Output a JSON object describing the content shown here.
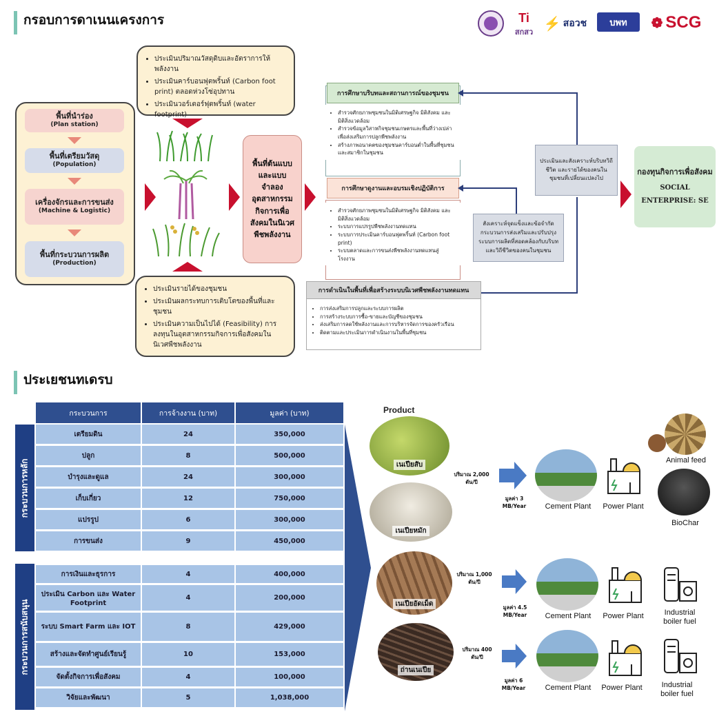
{
  "section1": {
    "title": "กรอบการดาเนนเครงการ"
  },
  "logos": {
    "logo2_text": "สกสว",
    "logo3_text": "สอวช",
    "logo4_text": "บพท",
    "logo5_text": "SCG"
  },
  "left_flow": {
    "items": [
      {
        "th": "พื้นที่นำร่อง",
        "en": "(Plan station)"
      },
      {
        "th": "พื้นที่เตรียมวัสดุ",
        "en": "(Population)"
      },
      {
        "th": "เครื่องจักรและการขนส่ง",
        "en": "(Machine & Logistic)"
      },
      {
        "th": "พื้นที่กระบวนการผลิต",
        "en": "(Production)"
      }
    ]
  },
  "top_box": {
    "bullets": [
      "ประเมินปริมาณวัสดุดิบและอัตราการให้พลังงาน",
      "ประเมินคาร์บอนฟุตพริ้นท์ (Carbon foot print) ตลอดห่วงโซ่อุปทาน",
      "ประเมินวอร์เตอร์ฟุตพริ้นท์ (water footprint)"
    ]
  },
  "bottom_box": {
    "bullets": [
      "ประเมินรายได้ของชุมชน",
      "ประเมินผลกระทบการเติบโตของพื้นที่และชุมชน",
      "ประเมินความเป็นไปได้ (Feasibility) การลงทุนในอุตสาหกรรมกิจการเพื่อสังคมในนิเวศพืชพลังงาน"
    ]
  },
  "center_box": {
    "text": "พื้นที่ต้นแบบและแบบจำลองอุตสาหกรรมกิจการเพื่อสังคมในนิเวศพืชพลังงาน"
  },
  "study_boxes": [
    {
      "title": "การศึกษาบริบทและสถานการณ์ของชุมชน",
      "bullets": [
        "สำรวจศักยภาพชุมชนในมิติเศรษฐกิจ มิติสังคม และมิติสิ่งแวดล้อม",
        "สำรวจข้อมูลวิสาหกิจชุมชนเกษตรและพื้นที่ว่างเปล่าเพื่อส่งเสริมการปลูกพืชพลังงาน",
        "สร้างภาพอนาคตของชุมชนคาร์บอนต่ำในพื้นที่ชุมชนและสมาชิกในชุมชน"
      ]
    },
    {
      "title": "การศึกษาดูงานและอบรมเชิงปฏิบัติการ",
      "bullets": [
        "สำรวจศักยภาพชุมชนในมิติเศรษฐกิจ มิติสังคม และมิติสิ่งแวดล้อม",
        "ระบบการแปรรูปพืชพลังงานทดแทน",
        "ระบบการประเมินคาร์บอนฟุตพริ้นท์ (Carbon foot print)",
        "ระบบตลาดและการขนส่งพืชพลังงานทดแทนสู่โรงงาน"
      ]
    },
    {
      "title": "การดำเนินในพื้นที่เพื่อสร้างระบบนิเวศพืชพลังงานทดแทน",
      "bullets": [
        "การส่งเสริมการปลูกและระบบการผลิต",
        "การสร้างระบบการซื้อ-ขายและบัญชีของชุมชน",
        "ส่งเสริมการลดใช้พลังงานและการบริหารจัดการของครัวเรือน",
        "ติดตามและประเมินการดำเนินงานในพื้นที่ชุมชน"
      ]
    }
  ],
  "grey_notes": [
    "ประเมินและสังเคราะห์บริบทวิถีชีวิต และรายได้ของคนในชุมชนที่เปลี่ยนแปลงไป",
    "สังเคราะห์จุดแข็งและข้อจำกัดกระบวนการส่งเสริมและปรับปรุงระบบการผลิตที่สอดคล้องกับบริบทและวิถีชีวิตของคนในชุมชน"
  ],
  "fund_box": {
    "th": "กองทุนกิจการเพื่อสังคม",
    "en": "SOCIAL ENTERPRISE: SE"
  },
  "section2": {
    "title": "ประเยชนทเดรบ"
  },
  "table": {
    "headers": [
      "กระบวนการ",
      "การจ้างงาน (บาท)",
      "มูลค่า (บาท)"
    ],
    "group1_label": "กระบวนการหลัก",
    "group2_label": "กระบวนการสนับสนุน",
    "group1": [
      [
        "เตรียมดิน",
        "24",
        "350,000"
      ],
      [
        "ปลูก",
        "8",
        "500,000"
      ],
      [
        "บำรุงและดูแล",
        "24",
        "300,000"
      ],
      [
        "เก็บเกี่ยว",
        "12",
        "750,000"
      ],
      [
        "แปรรูป",
        "6",
        "300,000"
      ],
      [
        "การขนส่ง",
        "9",
        "450,000"
      ]
    ],
    "group2": [
      [
        "การเงินและธุรการ",
        "4",
        "400,000"
      ],
      [
        "ประเมิน Carbon และ Water Footprint",
        "4",
        "200,000"
      ],
      [
        "ระบบ Smart Farm และ IOT",
        "8",
        "429,000"
      ],
      [
        "สร้างและจัดทำศูนย์เรียนรู้",
        "10",
        "153,000"
      ],
      [
        "จัดตั้งกิจการเพื่อสังคม",
        "4",
        "100,000"
      ],
      [
        "วิจัยและพัฒนา",
        "5",
        "1,038,000"
      ]
    ]
  },
  "products": {
    "heading": "Product",
    "items": [
      {
        "label": "เนเปียสับ"
      },
      {
        "label": "เนเปียหมัก"
      },
      {
        "label": "เนเปียอัดเม็ด"
      },
      {
        "label": "ถ่านเนเปีย"
      }
    ],
    "rows": [
      {
        "qty": "ปริมาณ 2,000 ตัน/ปี",
        "value": "มูลค่า 3 MB/Year",
        "dest": [
          "Cement Plant",
          "Power Plant"
        ]
      },
      {
        "qty": "ปริมาณ 1,000 ตัน/ปี",
        "value": "มูลค่า 4.5 MB/Year",
        "dest": [
          "Cement Plant",
          "Power Plant",
          "Industrial boiler fuel"
        ]
      },
      {
        "qty": "ปริมาณ 400 ตัน/ปี",
        "value": "มูลค่า 6 MB/Year",
        "dest": [
          "Cement Plant",
          "Power Plant",
          "Industrial boiler fuel"
        ]
      }
    ],
    "extra_dest": [
      "Animal feed",
      "BioChar"
    ]
  }
}
